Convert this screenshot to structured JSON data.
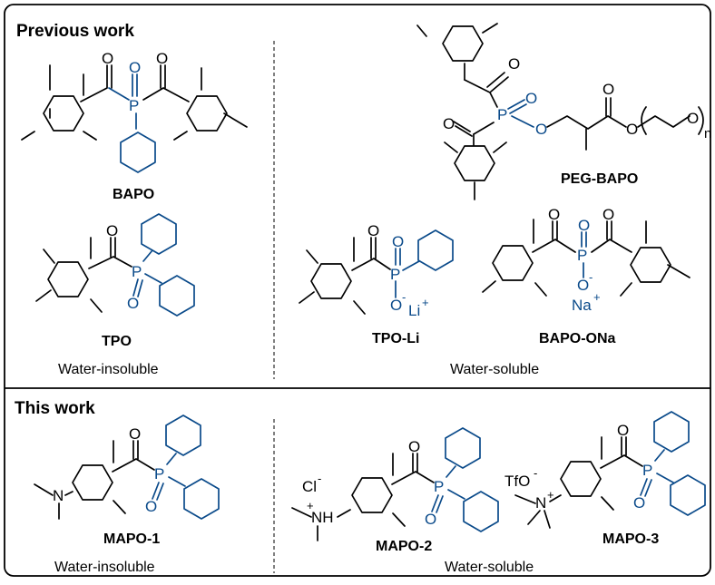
{
  "sections": {
    "previous_title": "Previous work",
    "this_title": "This work"
  },
  "compounds": {
    "bapo": "BAPO",
    "peg_bapo": "PEG-BAPO",
    "tpo": "TPO",
    "tpo_li": "TPO-Li",
    "bapo_ona": "BAPO-ONa",
    "mapo1": "MAPO-1",
    "mapo2": "MAPO-2",
    "mapo3": "MAPO-3"
  },
  "captions": {
    "prev_insoluble": "Water-insoluble",
    "prev_soluble": "Water-soluble",
    "this_insoluble": "Water-insoluble",
    "this_soluble": "Water-soluble"
  },
  "atoms": {
    "O": "O",
    "P": "P",
    "N": "N",
    "NH": "NH",
    "n": "n",
    "O_minus": "O",
    "minus": "-",
    "plus": "+",
    "Li": "Li",
    "Na": "Na",
    "Cl": "Cl",
    "TfO": "TfO"
  },
  "colors": {
    "phosphorus_blue": "#0a4a8a",
    "frame": "#000000"
  }
}
